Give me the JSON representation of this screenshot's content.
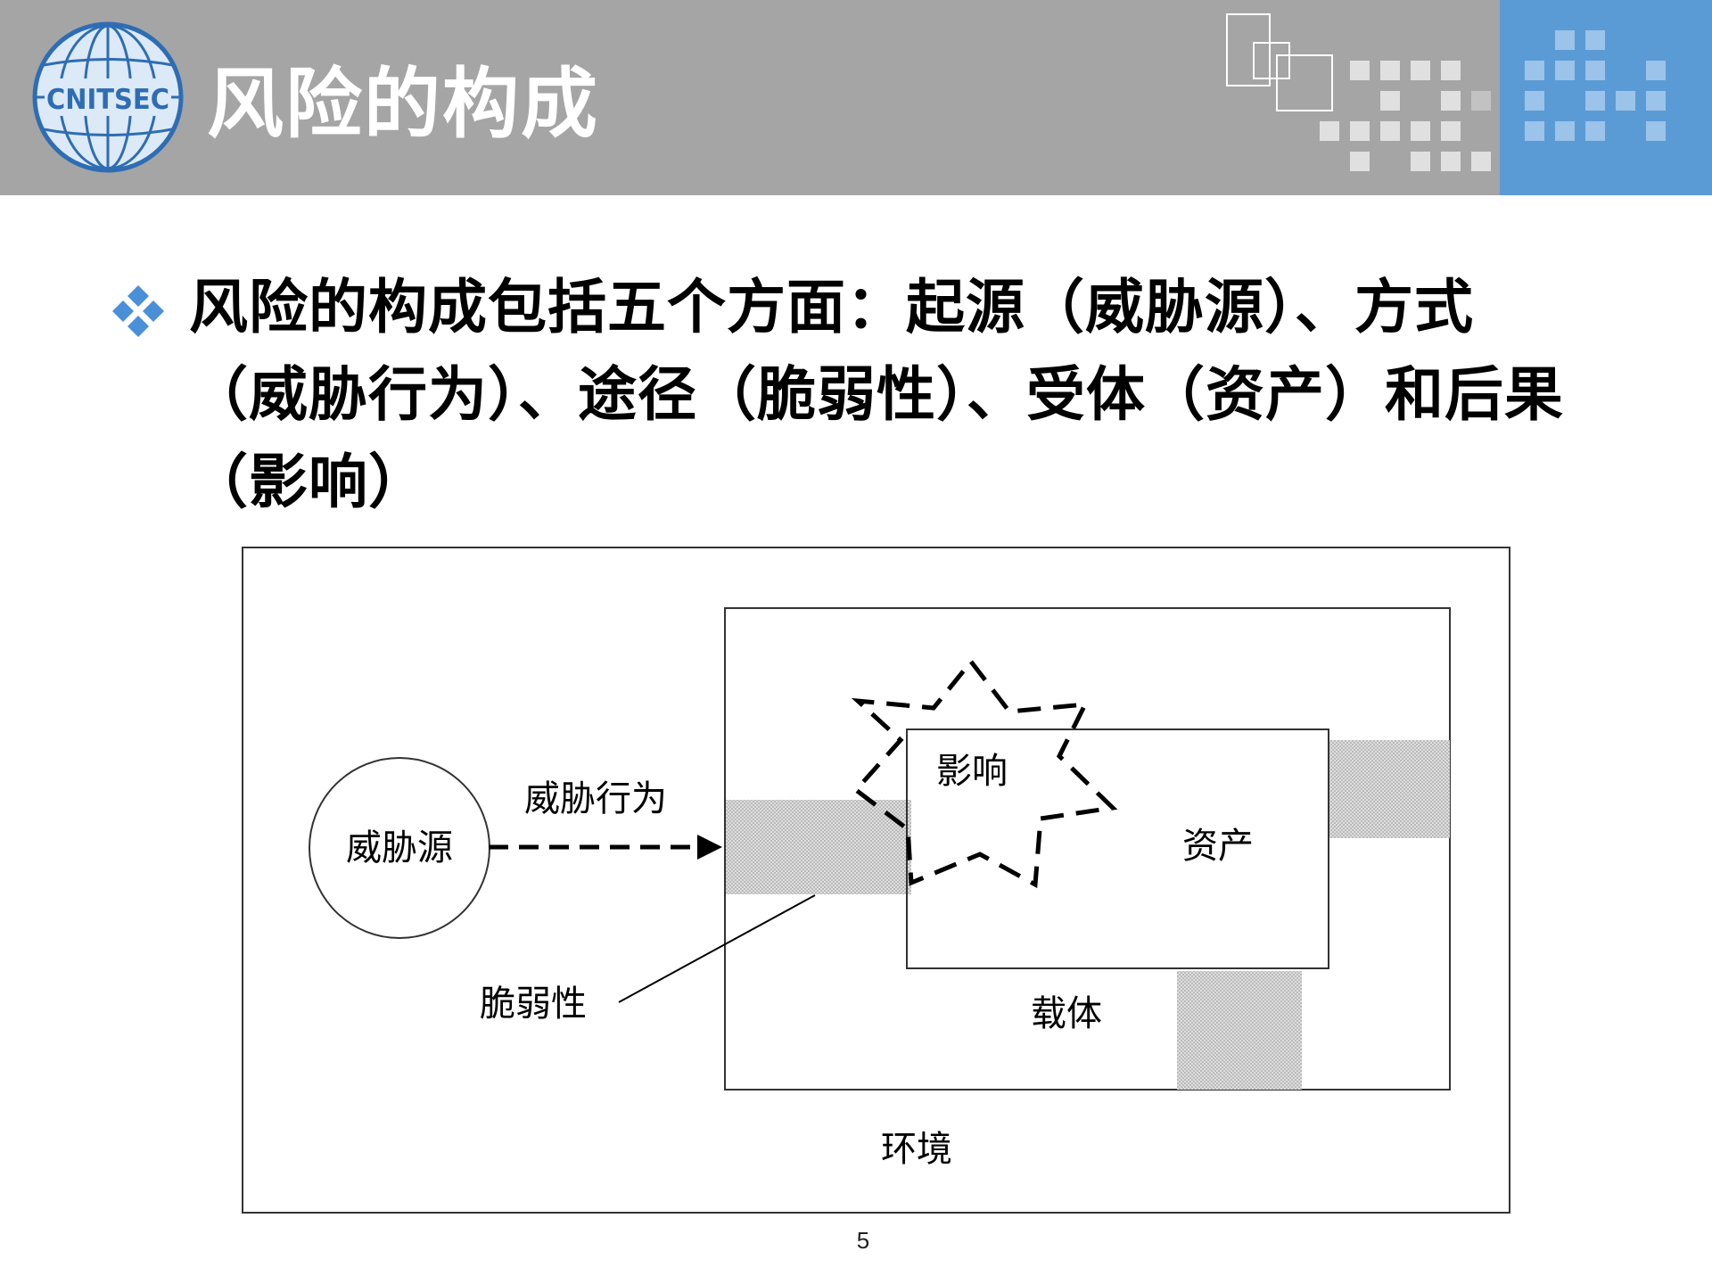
{
  "logo": {
    "text": "CNITSEC",
    "icon": "globe-spiderweb-logo"
  },
  "slide": {
    "title": "风险的构成",
    "bullet_icon": "diamond-cluster-bullet-icon",
    "bullet_text": "风险的构成包括五个方面：起源（威胁源）、方式（威胁行为）、途径（脆弱性）、受体（资产）和后果（影响）",
    "page_number": "5"
  },
  "diagram": {
    "threat_source": "威胁源",
    "threat_action": "威胁行为",
    "vulnerability": "脆弱性",
    "impact": "影响",
    "asset": "资产",
    "carrier": "载体",
    "environment": "环境"
  },
  "colors": {
    "header_gray": "#a5a5a5",
    "header_blue": "#5b9bd5",
    "logo_blue": "#2e6db4",
    "bullet_blue": "#4a90d9",
    "hatch_gray": "#cfcfcf"
  }
}
